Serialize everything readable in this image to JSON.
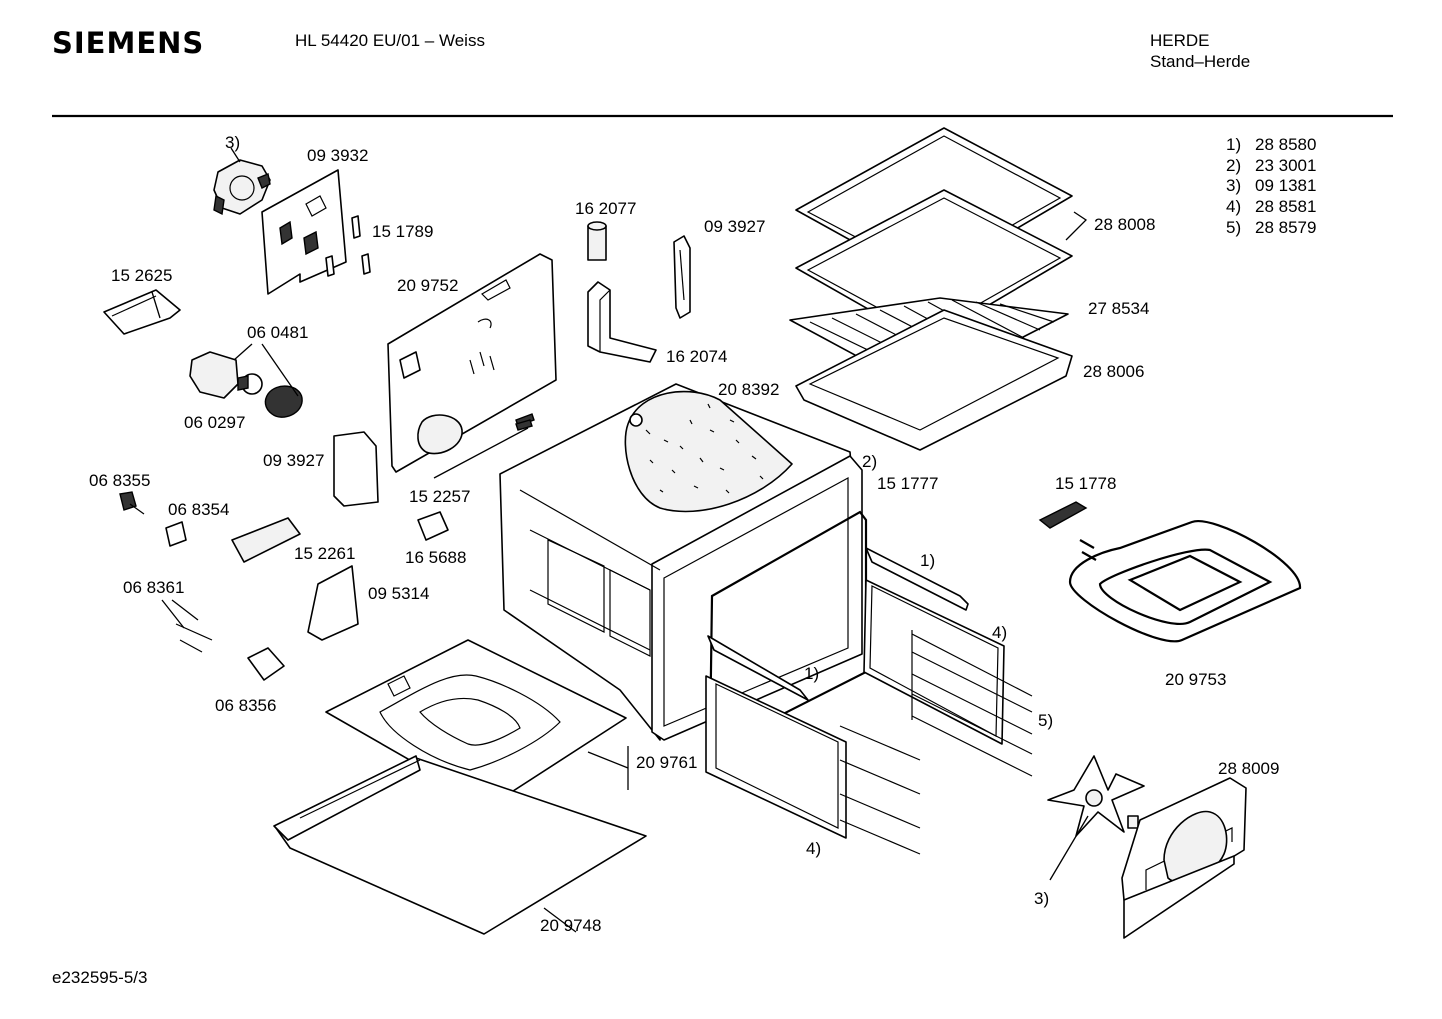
{
  "header": {
    "brand": "SIEMENS",
    "model": "HL 54420 EU/01 – Weiss",
    "category": "HERDE",
    "subcategory": "Stand–Herde"
  },
  "footer": {
    "document_id": "e232595-5/3"
  },
  "legend": [
    {
      "num": "1)",
      "part": "28 8580"
    },
    {
      "num": "2)",
      "part": "23 3001"
    },
    {
      "num": "3)",
      "part": "09 1381"
    },
    {
      "num": "4)",
      "part": "28 8581"
    },
    {
      "num": "5)",
      "part": "28 8579"
    }
  ],
  "callouts": {
    "c_3_top": "3)",
    "p_093932": "09 3932",
    "p_151789": "15 1789",
    "p_152625": "15 2625",
    "p_060481": "06 0481",
    "p_060297": "06 0297",
    "p_209752": "20 9752",
    "p_162077": "16 2077",
    "p_093927_top": "09 3927",
    "p_162074": "16 2074",
    "p_208392": "20 8392",
    "p_288008": "28 8008",
    "p_278534": "27 8534",
    "p_288006": "28 8006",
    "p_093927_mid": "09 3927",
    "p_068355": "06 8355",
    "p_068354": "06 8354",
    "p_152257": "15 2257",
    "p_152261": "15 2261",
    "p_165688": "16 5688",
    "p_095314": "09 5314",
    "p_068361": "06 8361",
    "p_068356": "06 8356",
    "c_2": "2)",
    "p_151777": "15 1777",
    "c_1_right": "1)",
    "c_4_right": "4)",
    "c_1_door": "1)",
    "c_5": "5)",
    "p_151778": "15 1778",
    "p_209753": "20 9753",
    "p_288009": "28 8009",
    "p_209761": "20 9761",
    "c_4_bottom": "4)",
    "c_3_fan": "3)",
    "p_209748": "20 9748"
  }
}
